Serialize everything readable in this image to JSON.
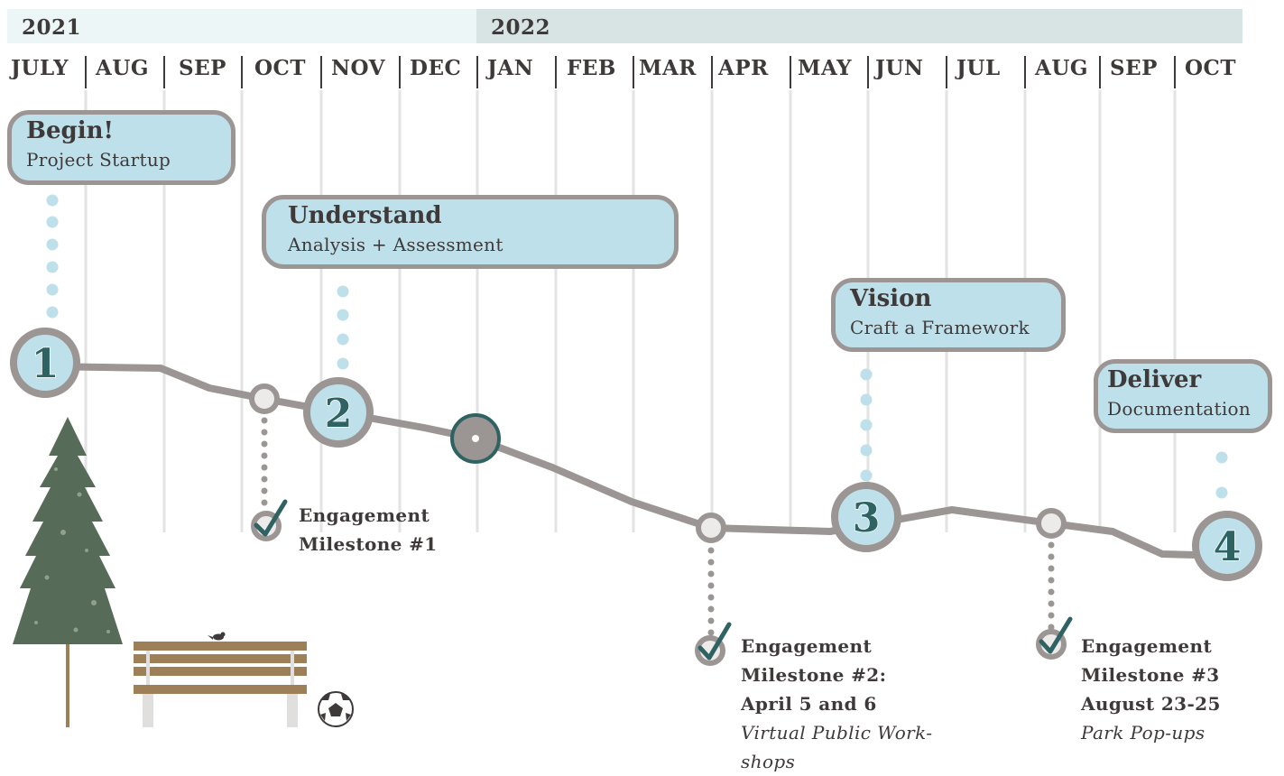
{
  "years": [
    "2021",
    "2022"
  ],
  "months": [
    "JULY",
    "AUG",
    "SEP",
    "OCT",
    "NOV",
    "DEC",
    "JAN",
    "FEB",
    "MAR",
    "APR",
    "MAY",
    "JUN",
    "JUL",
    "AUG",
    "SEP",
    "OCT"
  ],
  "phases": [
    {
      "number": "1",
      "title": "Begin!",
      "subtitle": "Project Startup"
    },
    {
      "number": "2",
      "title": "Understand",
      "subtitle": "Analysis + Assessment"
    },
    {
      "number": "3",
      "title": "Vision",
      "subtitle": "Craft a Framework"
    },
    {
      "number": "4",
      "title": "Deliver",
      "subtitle": "Documentation"
    }
  ],
  "milestones": [
    {
      "line1": "Engagement",
      "line2": "Milestone #1",
      "date": "",
      "note": ""
    },
    {
      "line1": "Engagement",
      "line2": "Milestone #2:",
      "date": "April 5 and 6",
      "note": "Virtual Public Work-shops"
    },
    {
      "line1": "Engagement",
      "line2": "Milestone #3",
      "date": "August 23-25",
      "note": "Park Pop-ups"
    }
  ],
  "colors": {
    "year_2021_bg": "#ecf6f6",
    "year_2022_bg": "#d8e4e3",
    "phase_fill": "#bee0ea",
    "outline_gray": "#9b9594",
    "accent_teal": "#2f6262",
    "tree_green": "#566b58",
    "bench_wood": "#9d7f58"
  }
}
